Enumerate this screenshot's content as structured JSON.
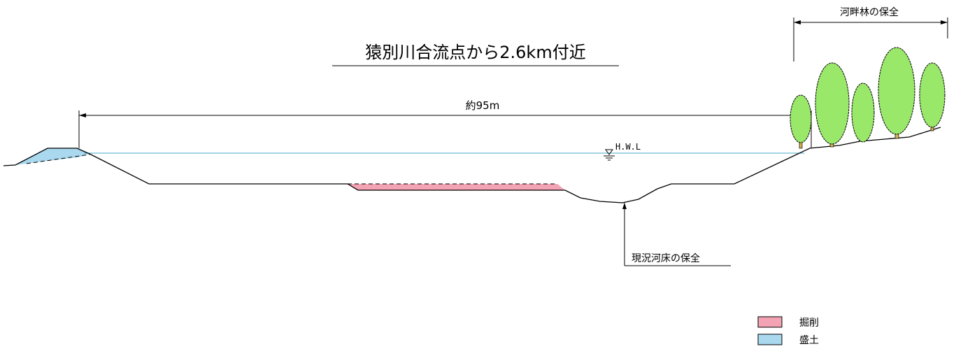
{
  "title": "猿別川合流点から2.6km付近",
  "width_label": "約95m",
  "hwl_label": "H.W.L",
  "riparian_label": "河畔林の保全",
  "riverbed_label": "現況河床の保全",
  "legend": [
    {
      "label": "掘削",
      "color": "#f4a3b4"
    },
    {
      "label": "盛土",
      "color": "#a9d8ef"
    }
  ],
  "colors": {
    "water_line": "#4aa8c8",
    "tree_fill": "#9ae86a",
    "trunk": "#d6b24a"
  }
}
